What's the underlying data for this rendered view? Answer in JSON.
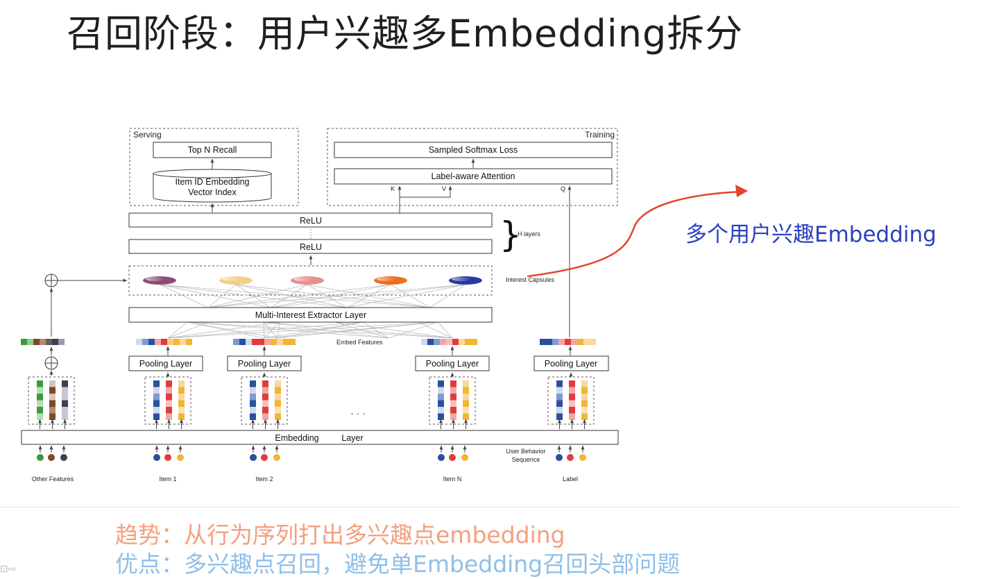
{
  "title": "召回阶段：用户兴趣多Embedding拆分",
  "diagram": {
    "serving": "Serving",
    "training": "Training",
    "top_n_recall": "Top N Recall",
    "item_index_line1": "Item ID Embedding",
    "item_index_line2": "Vector Index",
    "sampled_softmax": "Sampled Softmax Loss",
    "label_attention": "Label-aware Attention",
    "k": "K",
    "v": "V",
    "q": "Q",
    "relu_top": "ReLU",
    "relu_bottom": "ReLU",
    "h_layers": "H layers",
    "interest_capsules": "Interest Capsules",
    "extractor": "Multi-Interest Extractor Layer",
    "embed_features": "Embed Features",
    "pooling": [
      "Pooling Layer",
      "Pooling Layer",
      "Pooling Layer",
      "Pooling Layer"
    ],
    "ellipsis": "· · ·",
    "embedding_layer": "Embedding",
    "embedding_layer2": "Layer",
    "user_behavior_1": "User Behavior",
    "user_behavior_2": "Sequence",
    "bottom_labels": [
      "Other Features",
      "Item 1",
      "Item 2",
      "Item N",
      "Label"
    ],
    "capsule_colors": [
      "#8e4a74",
      "#f2cf86",
      "#e88f8f",
      "#ee6c1d",
      "#263aa0"
    ],
    "other_colors": [
      "#3a9b3a",
      "#7a4a26",
      "#3f3f52"
    ],
    "item_colors": [
      "#2c4f9b",
      "#e03c3c",
      "#f2b535"
    ]
  },
  "annotation": "多个用户兴趣Embedding",
  "trend_text": "趋势：从行为序列打出多兴趣点embedding",
  "pros_text": "优点：多兴趣点召回，避免单Embedding召回头部问题",
  "corner_glyph": "⊡⇨"
}
